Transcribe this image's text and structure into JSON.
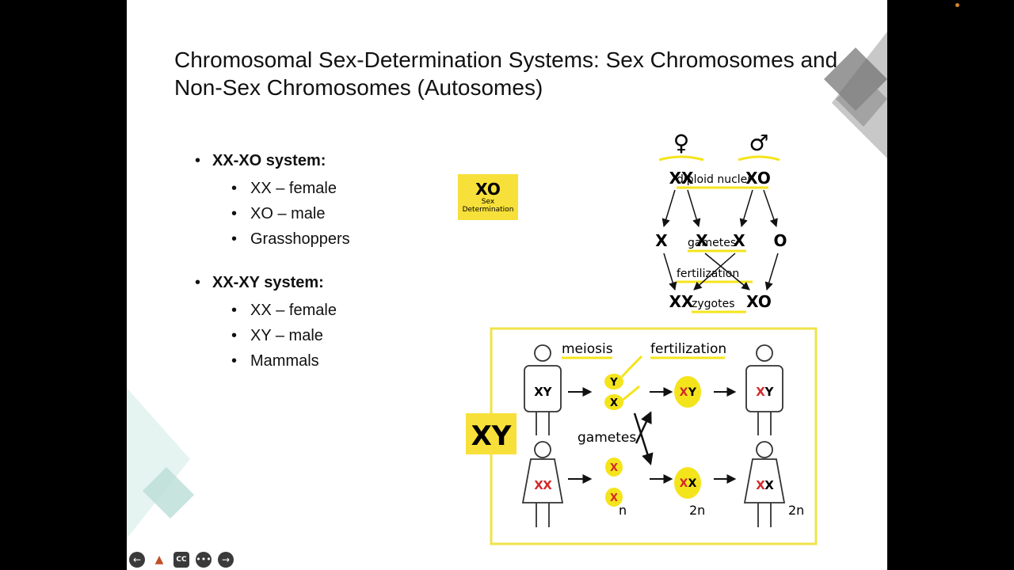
{
  "slide": {
    "title": "Chromosomal Sex-Determination Systems: Sex Chromosomes and Non-Sex Chromosomes (Autosomes)",
    "systems": [
      {
        "heading": "XX-XO system:",
        "items": [
          "XX – female",
          "XO – male",
          "Grasshoppers"
        ]
      },
      {
        "heading": "XX-XY system:",
        "items": [
          "XX – female",
          "XY – male",
          "Mammals"
        ]
      }
    ]
  },
  "xo_diagram": {
    "badge_big": "XO",
    "badge_small_1": "Sex",
    "badge_small_2": "Determination",
    "labels": {
      "diploid": "diploid nuclei",
      "gametes": "gametes",
      "fertilization": "fertilization",
      "zygotes": "zygotes"
    },
    "female_symbol": "♀",
    "male_symbol": "♂",
    "female_parent": "XX",
    "male_parent": "XO",
    "gamete_x": "X",
    "gamete_o": "O",
    "zygote_female": "XX",
    "zygote_male": "XO"
  },
  "xy_diagram": {
    "badge": "XY",
    "labels": {
      "meiosis": "meiosis",
      "fertilization": "fertilization",
      "gametes": "gametes",
      "ploidy_2n": "2n",
      "ploidy_n": "n"
    },
    "male_letters": [
      "X",
      "Y"
    ],
    "female_letters": [
      "X",
      "X"
    ],
    "sperm_letters": [
      "Y",
      "X"
    ],
    "egg_letters": [
      "X",
      "X"
    ]
  },
  "controls": {
    "back_icon": "arrow-left-icon",
    "pen_icon": "pen-icon",
    "captions_label": "CC",
    "more_icon": "more-icon",
    "forward_icon": "arrow-right-icon"
  },
  "colors": {
    "highlight": "#f4e41c",
    "badge": "#f7e03a",
    "red": "#d22a2a",
    "frame": "#f0e34a"
  }
}
